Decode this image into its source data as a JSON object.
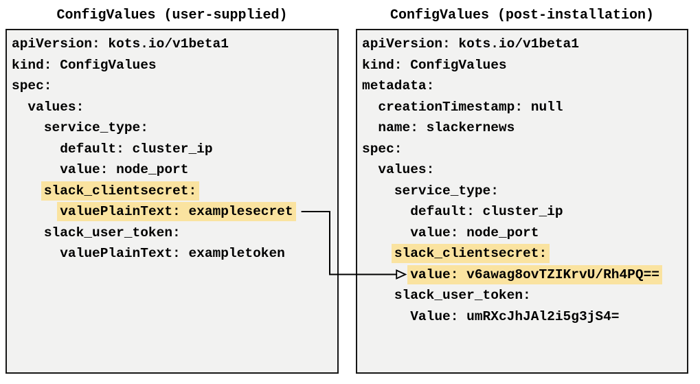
{
  "left_panel": {
    "title": "ConfigValues (user-supplied)",
    "lines": [
      {
        "indent": "",
        "text": "apiVersion: kots.io/v1beta1",
        "highlighted": false
      },
      {
        "indent": "",
        "text": "kind: ConfigValues",
        "highlighted": false
      },
      {
        "indent": "",
        "text": "spec:",
        "highlighted": false
      },
      {
        "indent": "  ",
        "text": "values:",
        "highlighted": false
      },
      {
        "indent": "    ",
        "text": "service_type:",
        "highlighted": false
      },
      {
        "indent": "      ",
        "text": "default: cluster_ip",
        "highlighted": false
      },
      {
        "indent": "      ",
        "text": "value: node_port",
        "highlighted": false
      },
      {
        "indent": "    ",
        "text": "slack_clientsecret:",
        "highlighted": true
      },
      {
        "indent": "      ",
        "text": "valuePlainText: examplesecret",
        "highlighted": true
      },
      {
        "indent": "    ",
        "text": "slack_user_token:",
        "highlighted": false
      },
      {
        "indent": "      ",
        "text": "valuePlainText: exampletoken",
        "highlighted": false
      }
    ]
  },
  "right_panel": {
    "title": "ConfigValues (post-installation)",
    "lines": [
      {
        "indent": "",
        "text": "apiVersion: kots.io/v1beta1",
        "highlighted": false
      },
      {
        "indent": "",
        "text": "kind: ConfigValues",
        "highlighted": false
      },
      {
        "indent": "",
        "text": "metadata:",
        "highlighted": false
      },
      {
        "indent": "  ",
        "text": "creationTimestamp: null",
        "highlighted": false
      },
      {
        "indent": "  ",
        "text": "name: slackernews",
        "highlighted": false
      },
      {
        "indent": "",
        "text": "spec:",
        "highlighted": false
      },
      {
        "indent": "  ",
        "text": "values:",
        "highlighted": false
      },
      {
        "indent": "    ",
        "text": "service_type:",
        "highlighted": false
      },
      {
        "indent": "      ",
        "text": "default: cluster_ip",
        "highlighted": false
      },
      {
        "indent": "      ",
        "text": "value: node_port",
        "highlighted": false
      },
      {
        "indent": "    ",
        "text": "slack_clientsecret:",
        "highlighted": true
      },
      {
        "indent": "      ",
        "text": "value: v6awag8ovTZIKrvU/Rh4PQ==",
        "highlighted": true
      },
      {
        "indent": "    ",
        "text": "slack_user_token:",
        "highlighted": false
      },
      {
        "indent": "      ",
        "text": "Value: umRXcJhJAl2i5g3jS4=",
        "highlighted": false
      }
    ]
  },
  "arrow": {
    "color": "#000000",
    "connects_from": "valuePlainText: examplesecret",
    "connects_to": "value: v6awag8ovTZIKrvU/Rh4PQ=="
  },
  "colors": {
    "highlight": "#fae3a0",
    "box_background": "#f2f2f1",
    "box_border": "#161616",
    "text": "#000000"
  }
}
